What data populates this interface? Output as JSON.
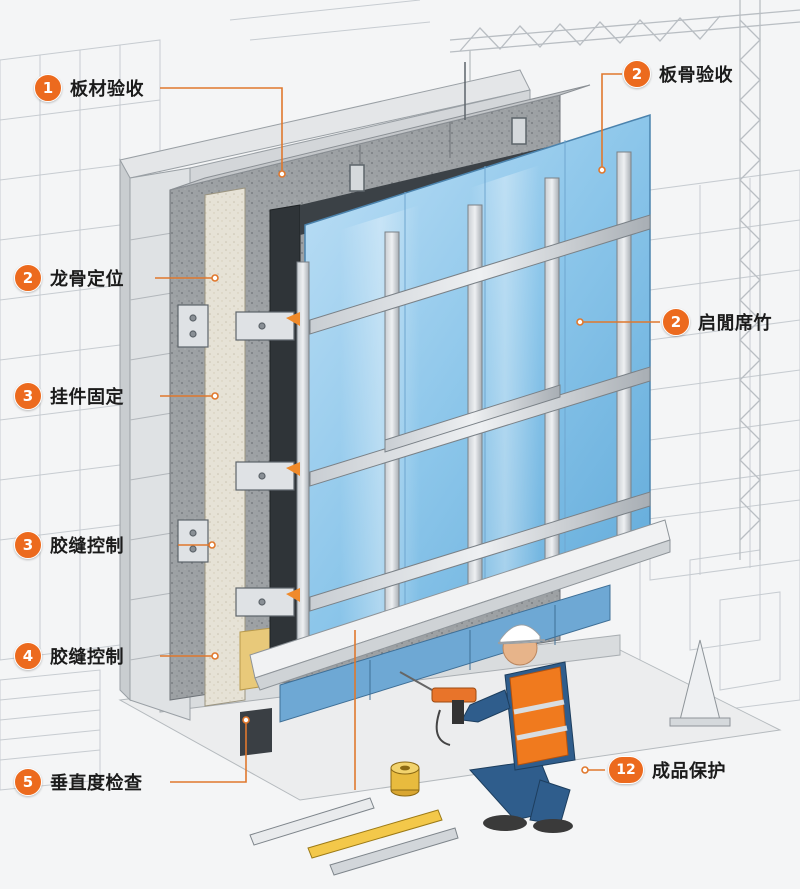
{
  "accent_color": "#ec6a1e",
  "callouts": [
    {
      "number": "1",
      "label": "板材验收"
    },
    {
      "number": "2",
      "label": "板骨验收"
    },
    {
      "number": "2",
      "label": "龙骨定位"
    },
    {
      "number": "2",
      "label": "启閒席竹"
    },
    {
      "number": "3",
      "label": "挂件固定"
    },
    {
      "number": "3",
      "label": "胶缝控制"
    },
    {
      "number": "4",
      "label": "胶缝控制"
    },
    {
      "number": "5",
      "label": "垂直度检查"
    },
    {
      "number": "12",
      "label": "成品保护"
    }
  ]
}
